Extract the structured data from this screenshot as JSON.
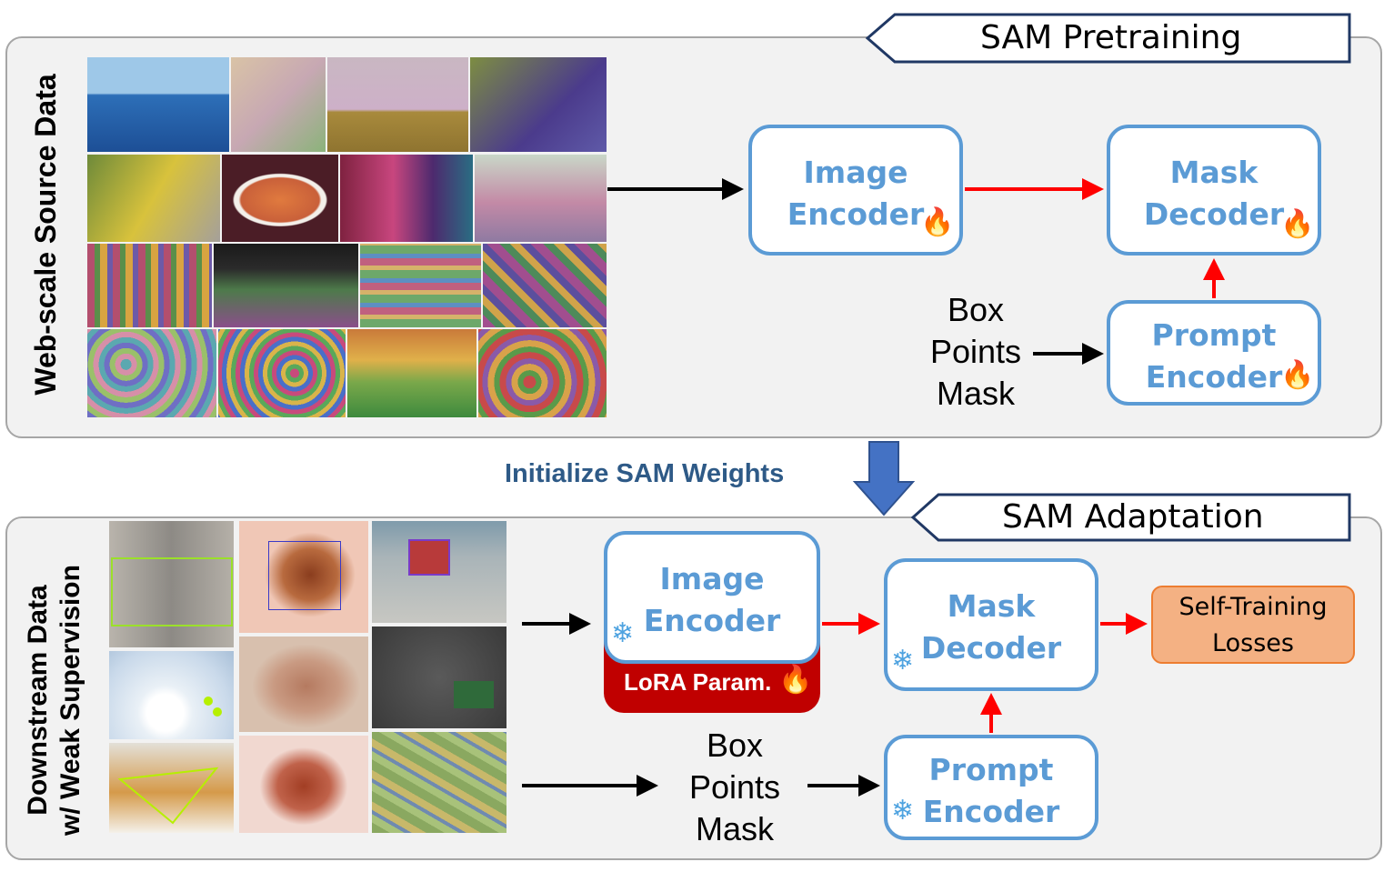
{
  "pretraining": {
    "tag": "SAM Pretraining",
    "side_label": "Web-scale Source Data",
    "image_encoder": [
      "Image",
      "Encoder"
    ],
    "mask_decoder": [
      "Mask",
      "Decoder"
    ],
    "prompt_encoder": [
      "Prompt",
      "Encoder"
    ],
    "prompts": [
      "Box",
      "Points",
      "Mask"
    ],
    "image_encoder_icon": "flame-icon",
    "mask_decoder_icon": "flame-icon",
    "prompt_encoder_icon": "flame-icon"
  },
  "transition": {
    "label": "Initialize SAM Weights"
  },
  "adaptation": {
    "tag": "SAM Adaptation",
    "side_label": [
      "Downstream Data",
      "w/ Weak Supervision"
    ],
    "image_encoder": [
      "Image",
      "Encoder"
    ],
    "lora_label": "LoRA Param.",
    "mask_decoder": [
      "Mask",
      "Decoder"
    ],
    "prompt_encoder": [
      "Prompt",
      "Encoder"
    ],
    "prompts": [
      "Box",
      "Points",
      "Mask"
    ],
    "losses": [
      "Self-Training",
      "Losses"
    ],
    "image_encoder_icon": "snowflake-icon",
    "lora_icon": "flame-icon",
    "mask_decoder_icon": "snowflake-icon",
    "prompt_encoder_icon": "snowflake-icon"
  },
  "colors": {
    "box_border": "#5b9bd5",
    "red_arrow": "#ff0000",
    "big_arrow": "#4472c4",
    "lora": "#c00000",
    "losses_fill": "#f4b183",
    "init_text": "#2e5a87"
  }
}
